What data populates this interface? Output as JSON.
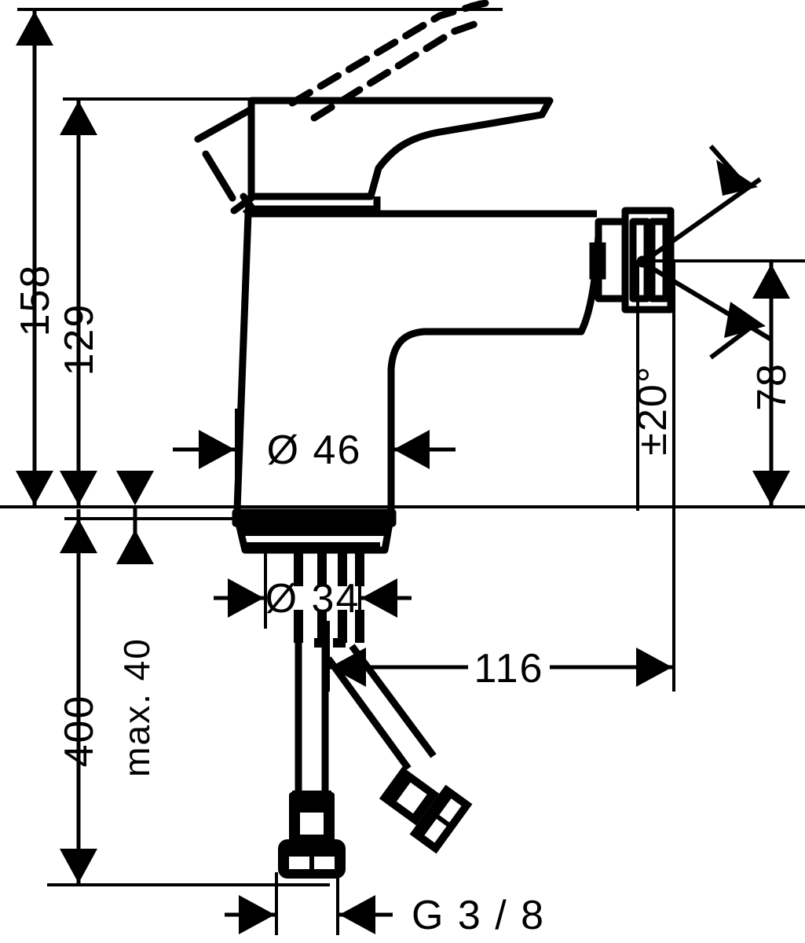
{
  "drawing": {
    "type": "technical-dimension-drawing",
    "subject": "single-lever bidet mixer faucet, side elevation",
    "units": "mm",
    "line_color": "#000000",
    "background_color": "#ffffff"
  },
  "dimensions": {
    "height_overall": "158",
    "height_spout": "129",
    "hose_length": "400",
    "max_counter_thickness": "max. 40",
    "body_diameter": "Ø 46",
    "shank_diameter": "Ø 34",
    "spout_reach": "116",
    "swivel_angle": "±20°",
    "spout_height": "78",
    "thread_size": "G 3 / 8"
  },
  "labels": [
    {
      "id": "dim-158",
      "text": "158",
      "orientation": "vertical"
    },
    {
      "id": "dim-129",
      "text": "129",
      "orientation": "vertical"
    },
    {
      "id": "dim-400",
      "text": "400",
      "orientation": "vertical"
    },
    {
      "id": "dim-max40",
      "text": "max. 40",
      "orientation": "vertical"
    },
    {
      "id": "dim-d46",
      "text": "Ø 46",
      "orientation": "horizontal"
    },
    {
      "id": "dim-d34",
      "text": "Ø 34",
      "orientation": "horizontal"
    },
    {
      "id": "dim-116",
      "text": "116",
      "orientation": "horizontal"
    },
    {
      "id": "dim-angle",
      "text": "±20°",
      "orientation": "vertical"
    },
    {
      "id": "dim-78",
      "text": "78",
      "orientation": "vertical"
    },
    {
      "id": "dim-g38",
      "text": "G 3 / 8",
      "orientation": "horizontal"
    }
  ]
}
